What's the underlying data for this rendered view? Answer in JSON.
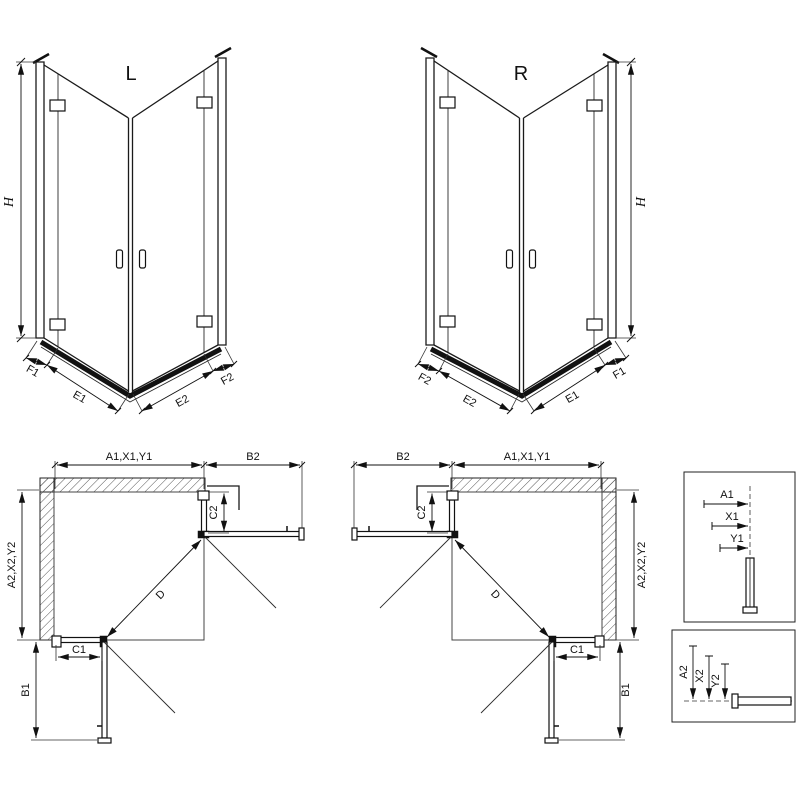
{
  "front_left": {
    "label": "L",
    "h": "H",
    "f1": "F1",
    "e1": "E1",
    "e2": "E2",
    "f2": "F2"
  },
  "front_right": {
    "label": "R",
    "h": "H",
    "f2": "F2",
    "e2": "E2",
    "e1": "E1",
    "f1": "F1"
  },
  "plan_left": {
    "a1": "A1,X1,Y1",
    "b2": "B2",
    "c2": "C2",
    "a2": "A2,X2,Y2",
    "b1": "B1",
    "c1": "C1",
    "d": "D"
  },
  "plan_right": {
    "b2": "B2",
    "a1": "A1,X1,Y1",
    "c2": "C2",
    "a2": "A2,X2,Y2",
    "b1": "B1",
    "c1": "C1",
    "d": "D"
  },
  "detail_top": {
    "a1": "A1",
    "x1": "X1",
    "y1": "Y1"
  },
  "detail_bottom": {
    "a2": "A2",
    "x2": "X2",
    "y2": "Y2"
  }
}
